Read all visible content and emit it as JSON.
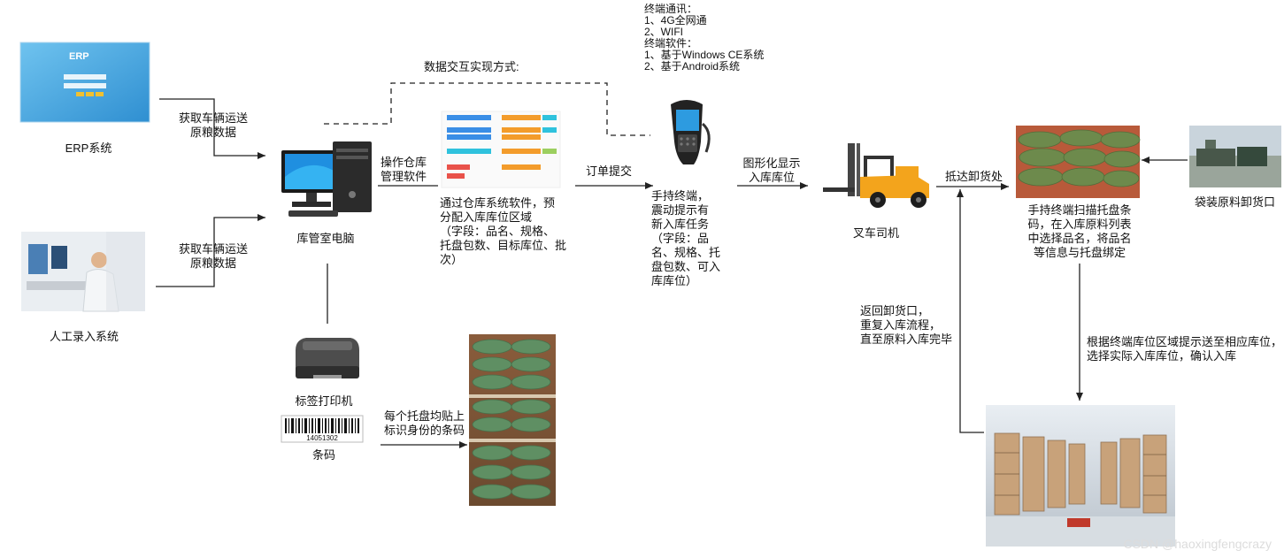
{
  "diagram": {
    "nodes": {
      "erp": "ERP系统",
      "erp_logo": "ERP",
      "manual": "人工录入系统",
      "pc": "库管室电脑",
      "printer": "标签打印机",
      "barcode": "条码",
      "barcode_number": "14051302",
      "forklift": "叉车司机",
      "unload": "袋装原料卸货口"
    },
    "edges": {
      "erp_to_pc": "获取车辆运送\n原粮数据",
      "manual_to_pc": "获取车辆运送\n原粮数据",
      "pc_to_software": "操作仓库\n管理软件",
      "order_submit": "订单提交",
      "graphic_display": "图形化显示\n入库库位",
      "arrive_unload": "抵达卸货处",
      "data_exchange": "数据交互实现方式:",
      "barcode_to_pallet": "每个托盘均贴上\n标识身份的条码"
    },
    "notes": {
      "software_desc": "通过仓库系统软件，预\n分配入库库位区域\n（字段：品名、规格、\n托盘包数、目标库位、批\n次）",
      "terminal_desc": "手持终端，\n震动提示有\n新入库任务\n（字段：品\n名、规格、托\n盘包数、可入\n库库位）",
      "terminal_comm": "终端通讯：\n1、4G全网通\n2、WIFI\n终端软件：\n1、基于Windows CE系统\n2、基于Android系统",
      "scan_bind": "手持终端扫描托盘条\n码，在入库原料列表\n中选择品名，将品名\n等信息与托盘绑定",
      "return_loop": "返回卸货口，\n重复入库流程，\n直至原料入库完毕",
      "store_confirm": "根据终端库位区域提示送至相应库位，\n选择实际入库库位，确认入库"
    },
    "watermark": "CSDN @haoxingfengcrazy"
  }
}
